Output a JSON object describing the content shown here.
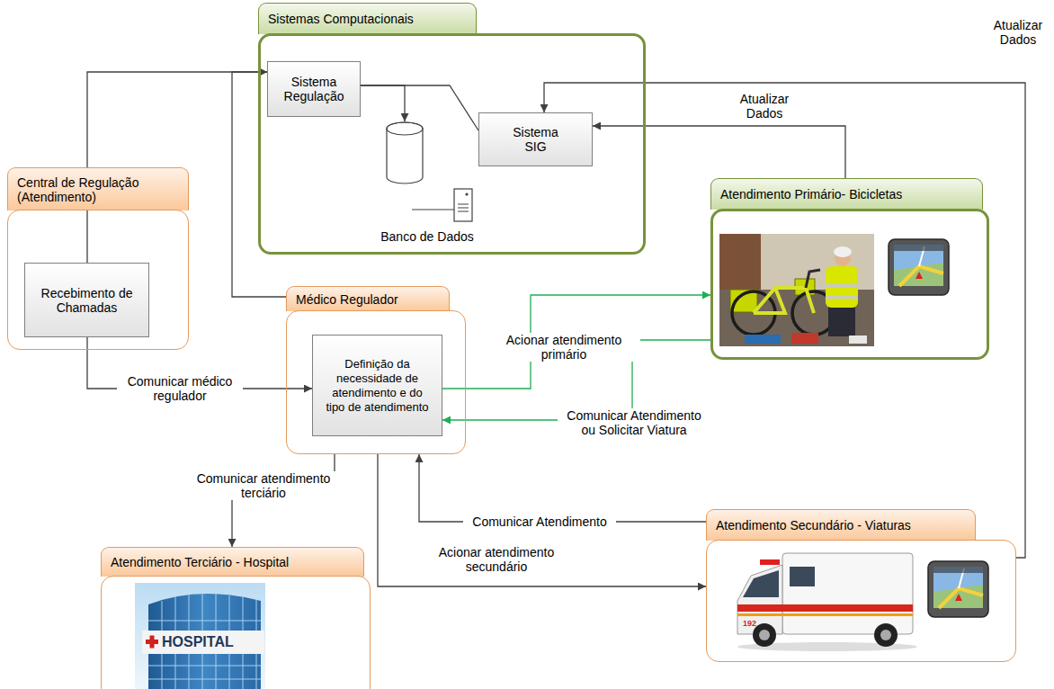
{
  "diagram": {
    "nodes": [
      {
        "text": [
          "Sistemas Computacionais"
        ]
      },
      {
        "text": [
          "Sistema Regulação"
        ],
        "in": 0
      },
      {
        "text": [
          "Sistema SIG"
        ],
        "in": 0
      },
      {
        "text": [
          "Banco de Dados"
        ],
        "in": 0
      },
      {
        "text": [
          "Central de Regulação (Atendimento)"
        ]
      },
      {
        "text": [
          "Recebimento de Chamadas"
        ],
        "in": 4
      },
      {
        "text": [
          "Médico Regulador"
        ]
      },
      {
        "text": [
          "Definição da necessidade de atendimento e do tipo de atendimento"
        ],
        "in": 6
      },
      {
        "text": [
          "Atendimento Primário- Bicicletas"
        ]
      },
      {
        "text": [
          "Atendimento Secundário - Viaturas"
        ]
      },
      {
        "text": [
          "Atendimento Terciário - Hospital"
        ]
      }
    ],
    "edges": [
      {
        "from": 5,
        "to": 1,
        "arrow": "to"
      },
      {
        "from": 6,
        "to": 1,
        "arrow": "to"
      },
      {
        "from": 1,
        "to": 3,
        "arrow": "to"
      },
      {
        "from": 1,
        "to": 2,
        "arrow": "none"
      },
      {
        "from": 5,
        "to": 7,
        "label": "Comunicar médico regulador",
        "arrow": "to"
      },
      {
        "from": 7,
        "to": 8,
        "label": "Acionar atendimento primário",
        "arrow": "to"
      },
      {
        "from": 8,
        "to": 7,
        "label": "Comunicar Atendimento ou Solicitar Viatura",
        "arrow": "to"
      },
      {
        "from": 8,
        "to": 2,
        "label": "Atualizar Dados",
        "arrow": "to"
      },
      {
        "from": 9,
        "to": 2,
        "label": "Atualizar Dados",
        "arrow": "to"
      },
      {
        "from": 9,
        "to": 6,
        "label": "Comunicar Atendimento",
        "arrow": "to"
      },
      {
        "from": 6,
        "to": 9,
        "label": "Acionar atendimento secundário",
        "arrow": "to"
      },
      {
        "from": 6,
        "to": 10,
        "label": "Comunicar atendimento terciário",
        "arrow": "to"
      }
    ],
    "labels": [
      "192",
      "HOSPITAL"
    ]
  }
}
